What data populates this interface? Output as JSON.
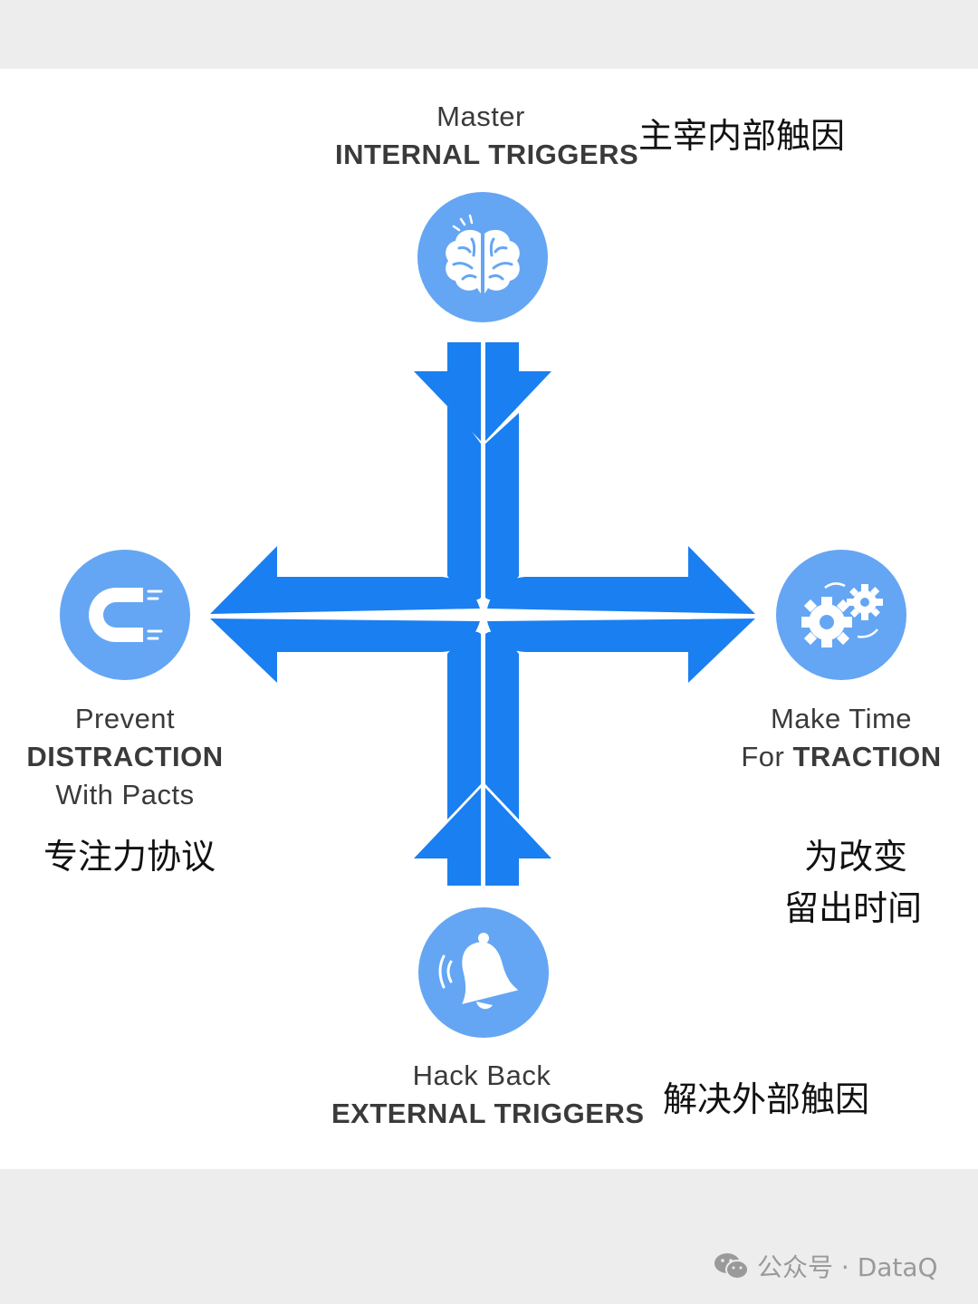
{
  "top": {
    "line1": "Master",
    "line2": "INTERNAL TRIGGERS",
    "zh": "主宰内部触因",
    "icon": "brain-icon"
  },
  "left": {
    "line1": "Prevent",
    "line2": "DISTRACTION",
    "line3": "With Pacts",
    "zh": "专注力协议",
    "icon": "magnet-icon"
  },
  "right": {
    "line1": "Make Time",
    "line2_light": "For ",
    "line2_bold": "TRACTION",
    "zh_line1": "为改变",
    "zh_line2": "留出时间",
    "icon": "gears-icon"
  },
  "bottom": {
    "line1": "Hack Back",
    "line2": "EXTERNAL TRIGGERS",
    "zh": "解决外部触因",
    "icon": "bell-icon"
  },
  "watermark": {
    "text": "公众号 · DataQ",
    "icon": "wechat-icon"
  },
  "colors": {
    "arrow": "#1a7ff0",
    "circle": "#64a6f3",
    "background": "#ffffff",
    "band": "#ededed"
  }
}
